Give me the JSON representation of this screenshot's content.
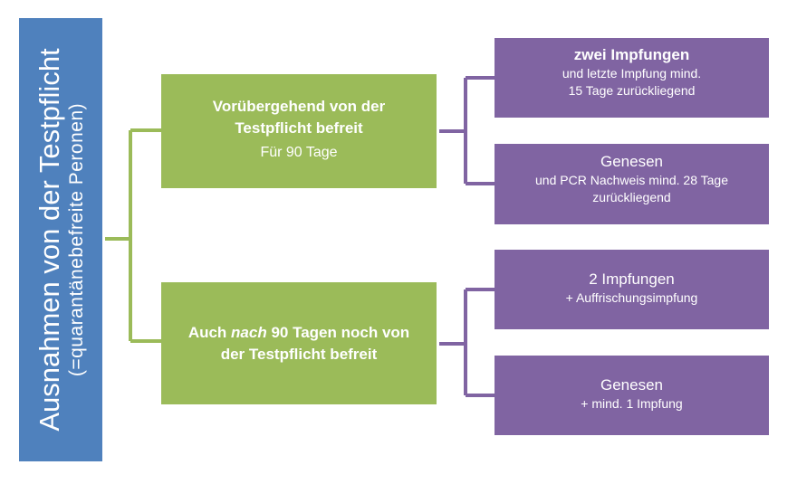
{
  "title": {
    "main": "Ausnahmen von der Testpflicht",
    "sub": "(=quarantänebefreite  Peronen)"
  },
  "branches": [
    {
      "title_line1": "Vorübergehend von der",
      "title_line2": "Testpflicht befreit",
      "subtitle": "Für 90 Tage",
      "children": [
        {
          "title": "zwei Impfungen",
          "detail_line1": "und letzte Impfung mind.",
          "detail_line2": "15 Tage zurückliegend"
        },
        {
          "title": "Genesen",
          "detail_line1": "und PCR Nachweis mind. 28 Tage",
          "detail_line2": "zurückliegend"
        }
      ]
    },
    {
      "title_pre": "Auch ",
      "title_em": "nach",
      "title_post": " 90 Tagen noch von",
      "title_line2": "der Testpflicht befreit",
      "children": [
        {
          "title": "2 Impfungen",
          "detail": "+ Auffrischungsimpfung"
        },
        {
          "title": "Genesen",
          "detail": "+ mind. 1 Impfung"
        }
      ]
    }
  ],
  "colors": {
    "title_bar": "#4f81bd",
    "green": "#9bbb59",
    "purple": "#8064a2"
  }
}
